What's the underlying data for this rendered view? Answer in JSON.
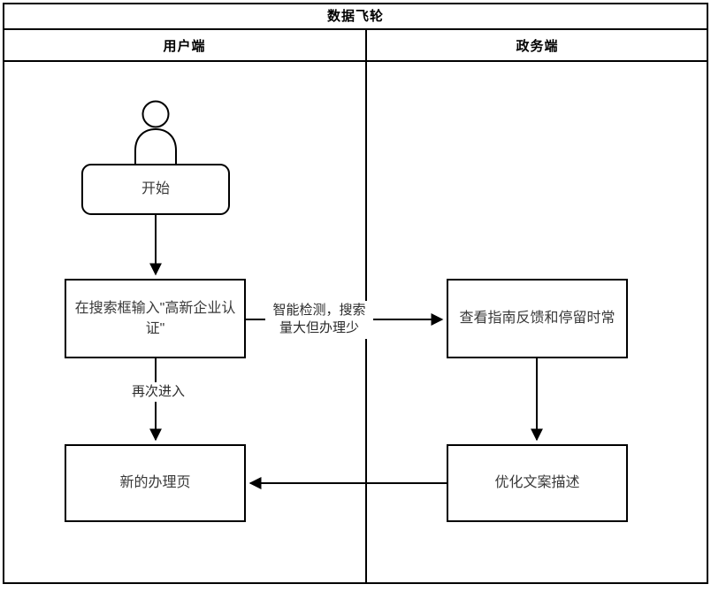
{
  "pool": {
    "title": "数据飞轮",
    "lanes": [
      {
        "id": "user",
        "label": "用户端"
      },
      {
        "id": "gov",
        "label": "政务端"
      }
    ]
  },
  "actor": {
    "icon": "person-actor-icon"
  },
  "nodes": [
    {
      "id": "start",
      "label": "开始",
      "shape": "rounded-rectangle",
      "lane": "user"
    },
    {
      "id": "search",
      "label": "在搜索框输入\"高新企业认证\"",
      "shape": "rectangle",
      "lane": "user"
    },
    {
      "id": "view",
      "label": "查看指南反馈和停留时常",
      "shape": "rectangle",
      "lane": "gov"
    },
    {
      "id": "optimize",
      "label": "优化文案描述",
      "shape": "rectangle",
      "lane": "gov"
    },
    {
      "id": "newpage",
      "label": "新的办理页",
      "shape": "rectangle",
      "lane": "user"
    }
  ],
  "edges": [
    {
      "id": "e1",
      "from": "start",
      "to": "search",
      "label": ""
    },
    {
      "id": "e2",
      "from": "search",
      "to": "view",
      "label": "智能检测，搜索量大但办理少"
    },
    {
      "id": "e3",
      "from": "view",
      "to": "optimize",
      "label": ""
    },
    {
      "id": "e4",
      "from": "optimize",
      "to": "newpage",
      "label": ""
    },
    {
      "id": "e5",
      "from": "search",
      "to": "newpage",
      "label": "再次进入"
    }
  ],
  "edge_labels": {
    "detect": "智能检测，搜索\n量大但办理少",
    "again": "再次进入"
  },
  "colors": {
    "stroke": "#000000",
    "background": "#ffffff",
    "node_text": "#3a3a3a",
    "header_text": "#000000"
  }
}
